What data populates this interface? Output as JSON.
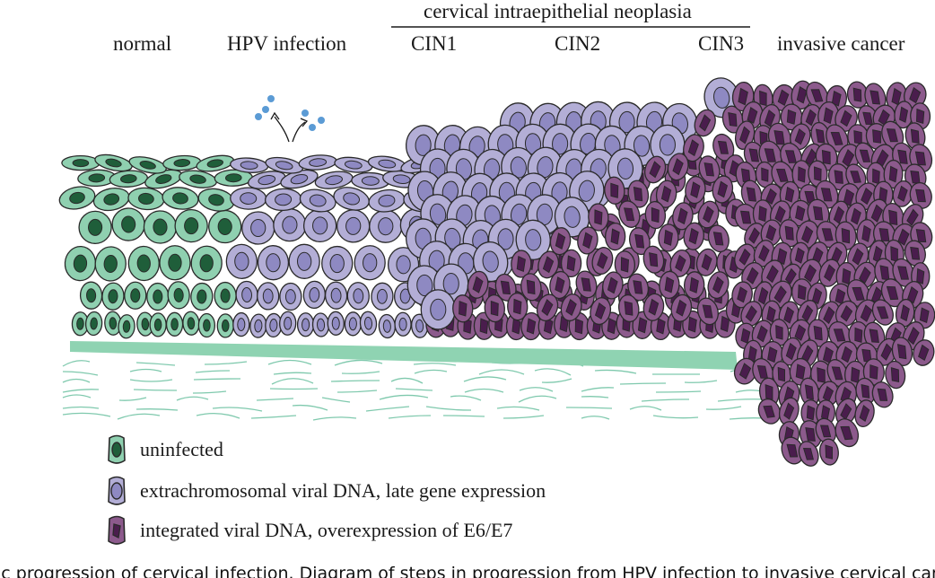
{
  "header": {
    "group_label": "cervical intraepithelial neoplasia",
    "stages": [
      "normal",
      "HPV infection",
      "CIN1",
      "CIN2",
      "CIN3",
      "invasive cancer"
    ]
  },
  "legend": [
    {
      "label": "uninfected",
      "fill": "#8fd0b0",
      "nucleus": "#1f5e3a"
    },
    {
      "label": "extrachromosomal viral DNA, late gene expression",
      "fill": "#b3aed6",
      "nucleus": "#8e89c2"
    },
    {
      "label": "integrated viral DNA, overexpression of E6/E7",
      "fill": "#8c5a8c",
      "nucleus": "#4a1d4d"
    }
  ],
  "colors": {
    "uninfected": "#8fd0b0",
    "episomal": "#b3aed6",
    "integrated": "#8c5a8c",
    "basement_membrane": "#8fd3b2",
    "virions": "#5b9bd5",
    "outline": "#2a2a2a"
  },
  "caption": "ic progression of cervical infection. Diagram of steps in progression from HPV infection to invasive cervical cancer."
}
